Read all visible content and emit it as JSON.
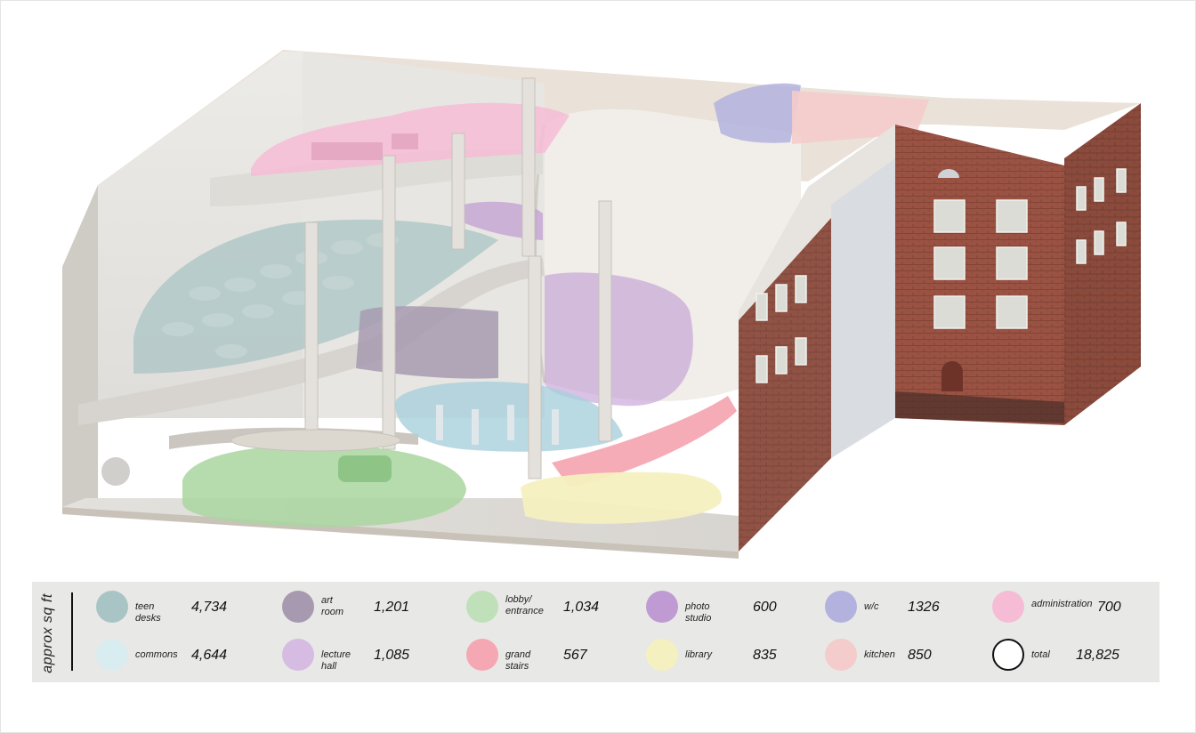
{
  "legend": {
    "axis_label": "approx sq ft",
    "items": [
      {
        "label": "teen desks",
        "value": "4,734",
        "color": "#a9c4c4",
        "icon": "filled-circle"
      },
      {
        "label": "commons",
        "value": "4,644",
        "color": "#d9ecef",
        "icon": "filled-circle"
      },
      {
        "label": "art room",
        "value": "1,201",
        "color": "#a79ab0",
        "icon": "filled-circle"
      },
      {
        "label": "lecture hall",
        "value": "1,085",
        "color": "#d6bce2",
        "icon": "filled-circle"
      },
      {
        "label": "lobby/\nentrance",
        "value": "1,034",
        "color": "#bfe0b8",
        "icon": "filled-circle"
      },
      {
        "label": "grand stairs",
        "value": "567",
        "color": "#f5a8b3",
        "icon": "filled-circle"
      },
      {
        "label": "photo studio",
        "value": "600",
        "color": "#c09ad3",
        "icon": "filled-circle"
      },
      {
        "label": "library",
        "value": "835",
        "color": "#f5f0bf",
        "icon": "filled-circle"
      },
      {
        "label": "w/c",
        "value": "1326",
        "color": "#b3b2de",
        "icon": "filled-circle"
      },
      {
        "label": "kitchen",
        "value": "850",
        "color": "#f4cccc",
        "icon": "filled-circle"
      },
      {
        "label": "administration",
        "value": "700",
        "color": "#f6bcd6",
        "icon": "filled-circle"
      },
      {
        "label": "total",
        "value": "18,825",
        "color": "#ffffff",
        "icon": "outline-circle"
      }
    ]
  }
}
